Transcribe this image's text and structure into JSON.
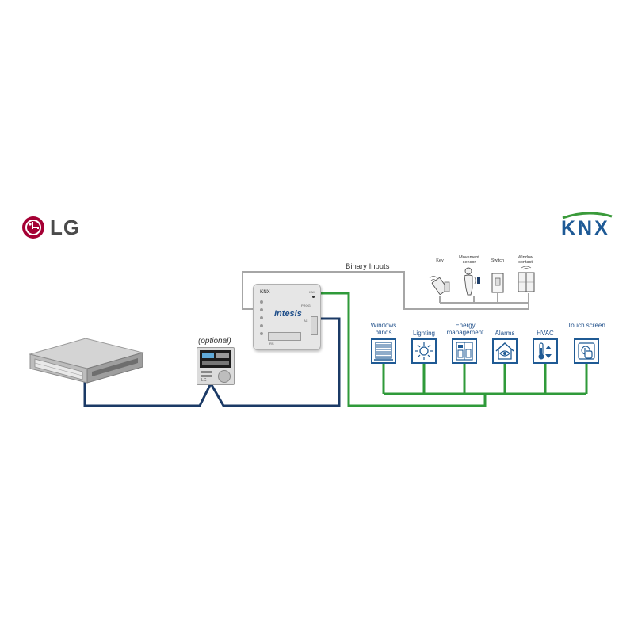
{
  "brands": {
    "lg": {
      "text": "LG",
      "color": "#a50034"
    },
    "knx": {
      "text": "KNX",
      "color_blue": "#1e5a96",
      "color_green": "#3a9a3a"
    }
  },
  "gateway": {
    "brand": "Intesis",
    "knx_mark": "KNX",
    "label_prog": "PROG",
    "label_bus": "KNX",
    "label_ac": "AC",
    "label_rs": "RS"
  },
  "remote": {
    "label": "(optional)",
    "brand_text": "LG"
  },
  "binary_inputs": {
    "label": "Binary Inputs",
    "sensors": [
      {
        "label": "Key",
        "icon": "key-card-icon"
      },
      {
        "label": "Movement sensor",
        "icon": "movement-sensor-icon"
      },
      {
        "label": "Switch",
        "icon": "switch-icon"
      },
      {
        "label": "Window contact",
        "icon": "window-contact-icon"
      }
    ]
  },
  "knx_devices": [
    {
      "label": "Windows blinds",
      "icon": "window-blinds-icon"
    },
    {
      "label": "Lighting",
      "icon": "lighting-icon"
    },
    {
      "label": "Energy management",
      "icon": "energy-management-icon"
    },
    {
      "label": "Alarms",
      "icon": "alarm-eye-icon"
    },
    {
      "label": "HVAC",
      "icon": "thermometer-icon"
    },
    {
      "label": "Touch screen",
      "icon": "touch-screen-icon"
    }
  ],
  "colors": {
    "ac_bus": "#1b3a66",
    "knx_bus": "#2f9a3a",
    "binary_wire": "#a0a0a0",
    "device_blue": "#1f5a94"
  }
}
